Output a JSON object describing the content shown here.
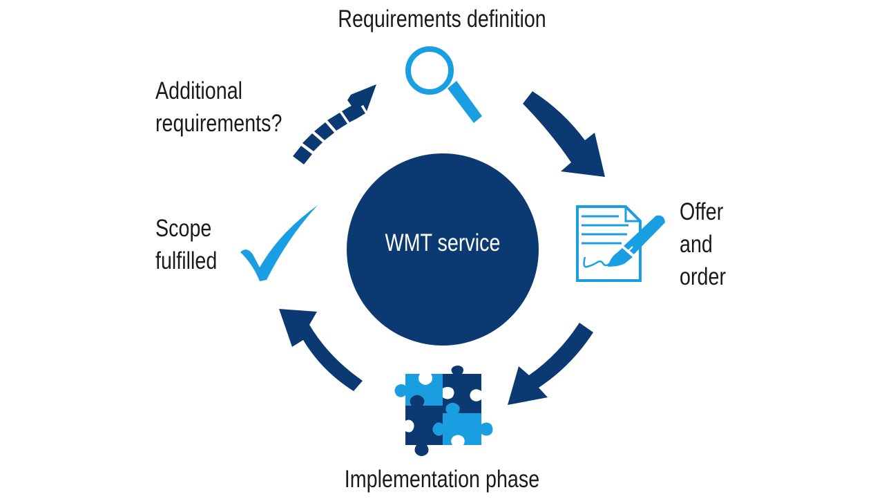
{
  "colors": {
    "navy": "#0b3a73",
    "light_blue": "#1a9ee2",
    "background": "#ffffff",
    "text": "#1a1a1a",
    "center_text": "#ffffff"
  },
  "center": {
    "label": "WMT service"
  },
  "steps": [
    {
      "id": "requirements",
      "lines": [
        "Requirements definition"
      ],
      "icon": "magnifier-icon"
    },
    {
      "id": "offer",
      "lines": [
        "Offer",
        "and",
        "order"
      ],
      "icon": "document-signature-icon"
    },
    {
      "id": "implementation",
      "lines": [
        "Implementation phase"
      ],
      "icon": "puzzle-icon"
    },
    {
      "id": "scope",
      "lines": [
        "Scope",
        "fulfilled"
      ],
      "icon": "checkmark-icon"
    },
    {
      "id": "additional",
      "lines": [
        "Additional",
        "requirements?"
      ],
      "icon": "dashed-arrow-icon"
    }
  ],
  "arrows": [
    {
      "from": "requirements",
      "to": "offer",
      "style": "solid"
    },
    {
      "from": "offer",
      "to": "implementation",
      "style": "solid"
    },
    {
      "from": "implementation",
      "to": "scope",
      "style": "solid"
    },
    {
      "from": "additional",
      "to": "requirements",
      "style": "segmented"
    }
  ]
}
